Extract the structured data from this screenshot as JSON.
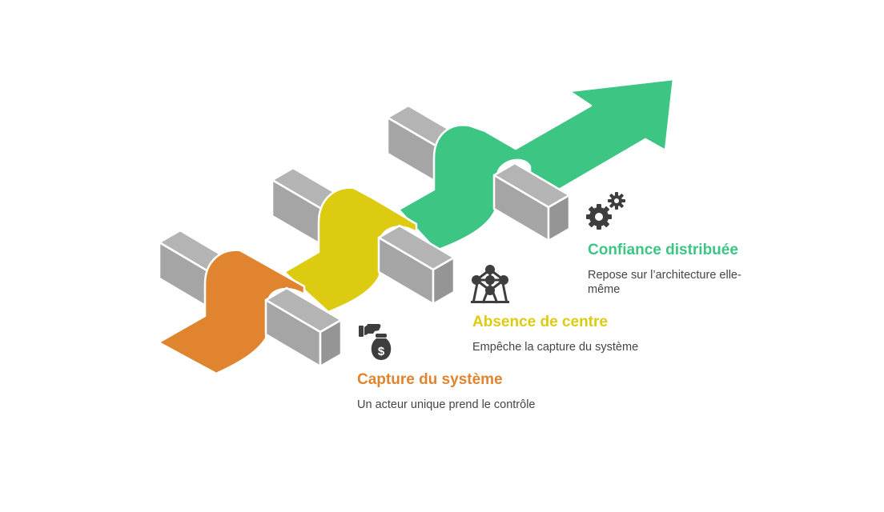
{
  "colors": {
    "orange": "#E08430",
    "yellow": "#DDCB12",
    "green": "#3CC583",
    "block_light": "#B4B4B4",
    "block_mid": "#A5A5A5",
    "block_dark": "#959595",
    "icon": "#3E3E3E",
    "text": "#444444"
  },
  "steps": [
    {
      "title": "Capture du système",
      "description": "Un acteur unique prend le contrôle",
      "color": "#E08430",
      "icon": "money-bag-hand-icon"
    },
    {
      "title": "Absence de centre",
      "description": "Empêche la capture du système",
      "color": "#DDCB12",
      "icon": "atomium-icon"
    },
    {
      "title": "Confiance distribuée",
      "description": "Repose sur l’architecture elle-même",
      "color": "#3CC583",
      "icon": "gears-icon"
    }
  ]
}
